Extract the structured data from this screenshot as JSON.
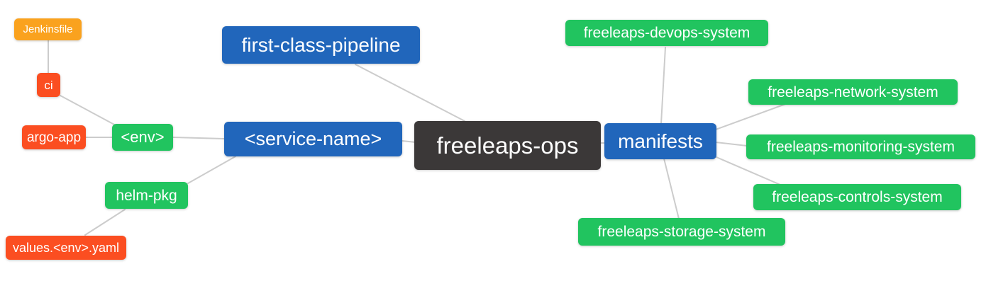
{
  "diagram": {
    "type": "mindmap",
    "root": "freeleaps_ops",
    "palette": {
      "root_node": "#3B3838",
      "branch_node": "#2166BB",
      "green_leaf": "#21C45F",
      "orange_leaf": "#FAA21E",
      "red_leaf": "#FB4E21",
      "edge_line": "#CCCCCC",
      "node_text": "#FFFFFF",
      "background": "#FFFFFF"
    },
    "nodes": {
      "freeleaps_ops": {
        "label": "freeleaps-ops",
        "color": "#3B3838"
      },
      "first_class_pipeline": {
        "label": "first-class-pipeline",
        "color": "#2166BB"
      },
      "service_name": {
        "label": "<service-name>",
        "color": "#2166BB"
      },
      "manifests": {
        "label": "manifests",
        "color": "#2166BB"
      },
      "env": {
        "label": "<env>",
        "color": "#21C45F"
      },
      "helm_pkg": {
        "label": "helm-pkg",
        "color": "#21C45F"
      },
      "jenkinsfile": {
        "label": "Jenkinsfile",
        "color": "#FAA21E"
      },
      "ci": {
        "label": "ci",
        "color": "#FB4E21"
      },
      "argo_app": {
        "label": "argo-app",
        "color": "#FB4E21"
      },
      "values_env_yaml": {
        "label": "values.<env>.yaml",
        "color": "#FB4E21"
      },
      "freeleaps_devops_system": {
        "label": "freeleaps-devops-system",
        "color": "#21C45F"
      },
      "freeleaps_network_system": {
        "label": "freeleaps-network-system",
        "color": "#21C45F"
      },
      "freeleaps_monitoring_system": {
        "label": "freeleaps-monitoring-system",
        "color": "#21C45F"
      },
      "freeleaps_controls_system": {
        "label": "freeleaps-controls-system",
        "color": "#21C45F"
      },
      "freeleaps_storage_system": {
        "label": "freeleaps-storage-system",
        "color": "#21C45F"
      }
    },
    "edges": [
      {
        "from": "jenkinsfile",
        "to": "ci"
      },
      {
        "from": "ci",
        "to": "env"
      },
      {
        "from": "argo_app",
        "to": "env"
      },
      {
        "from": "env",
        "to": "service_name"
      },
      {
        "from": "helm_pkg",
        "to": "service_name"
      },
      {
        "from": "values_env_yaml",
        "to": "helm_pkg"
      },
      {
        "from": "first_class_pipeline",
        "to": "freeleaps_ops"
      },
      {
        "from": "service_name",
        "to": "freeleaps_ops"
      },
      {
        "from": "freeleaps_ops",
        "to": "manifests"
      },
      {
        "from": "manifests",
        "to": "freeleaps_devops_system"
      },
      {
        "from": "manifests",
        "to": "freeleaps_network_system"
      },
      {
        "from": "manifests",
        "to": "freeleaps_monitoring_system"
      },
      {
        "from": "manifests",
        "to": "freeleaps_controls_system"
      },
      {
        "from": "manifests",
        "to": "freeleaps_storage_system"
      }
    ]
  }
}
